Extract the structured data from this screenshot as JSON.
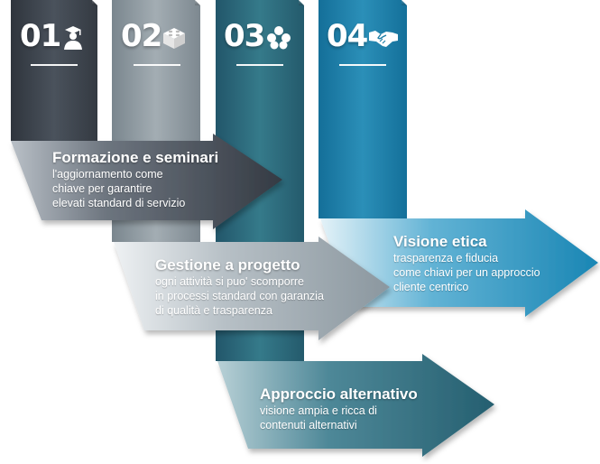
{
  "steps": [
    {
      "number": "01",
      "icon": "graduate-icon",
      "color": "#3f4650",
      "title": "Formazione e seminari",
      "lines": [
        "l'aggiornamento come",
        "chiave per garantire",
        "elevati standard di servizio"
      ]
    },
    {
      "number": "02",
      "icon": "puzzle-block-icon",
      "color": "#8e9aa1",
      "title": "Gestione a progetto",
      "lines": [
        "ogni attività si puo' scomporre",
        "in processi standard con garanzia",
        "di qualità e trasparenza"
      ]
    },
    {
      "number": "03",
      "icon": "flower-icon",
      "color": "#2d6b7a",
      "title": "Approccio alternativo",
      "lines": [
        "visione ampia e ricca di",
        "contenuti alternativi"
      ]
    },
    {
      "number": "04",
      "icon": "handshake-icon",
      "color": "#1f7fa7",
      "title": "Visione etica",
      "lines": [
        "trasparenza e fiducia",
        "come chiavi per un approccio",
        "cliente centrico"
      ]
    }
  ]
}
